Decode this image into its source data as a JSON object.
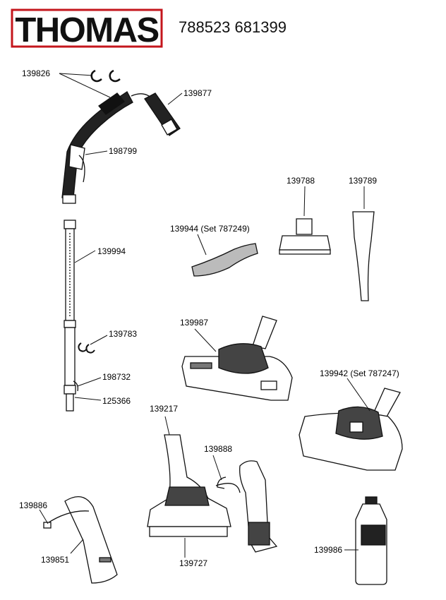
{
  "header": {
    "brand": "THOMAS",
    "models": "788523 681399"
  },
  "brand_colors": {
    "frame": "#c4161c",
    "text": "#111111"
  },
  "parts": {
    "p139826": "139826",
    "p139877": "139877",
    "p198799": "198799",
    "p139994": "139994",
    "p139783": "139783",
    "p198732": "198732",
    "p125366": "125366",
    "p139944": "139944 (Set 787249)",
    "p139788": "139788",
    "p139789": "139789",
    "p139987": "139987",
    "p139942": "139942 (Set 787247)",
    "p139217": "139217",
    "p139888": "139888",
    "p139886": "139886",
    "p139851": "139851",
    "p139727": "139727",
    "p139986": "139986"
  }
}
